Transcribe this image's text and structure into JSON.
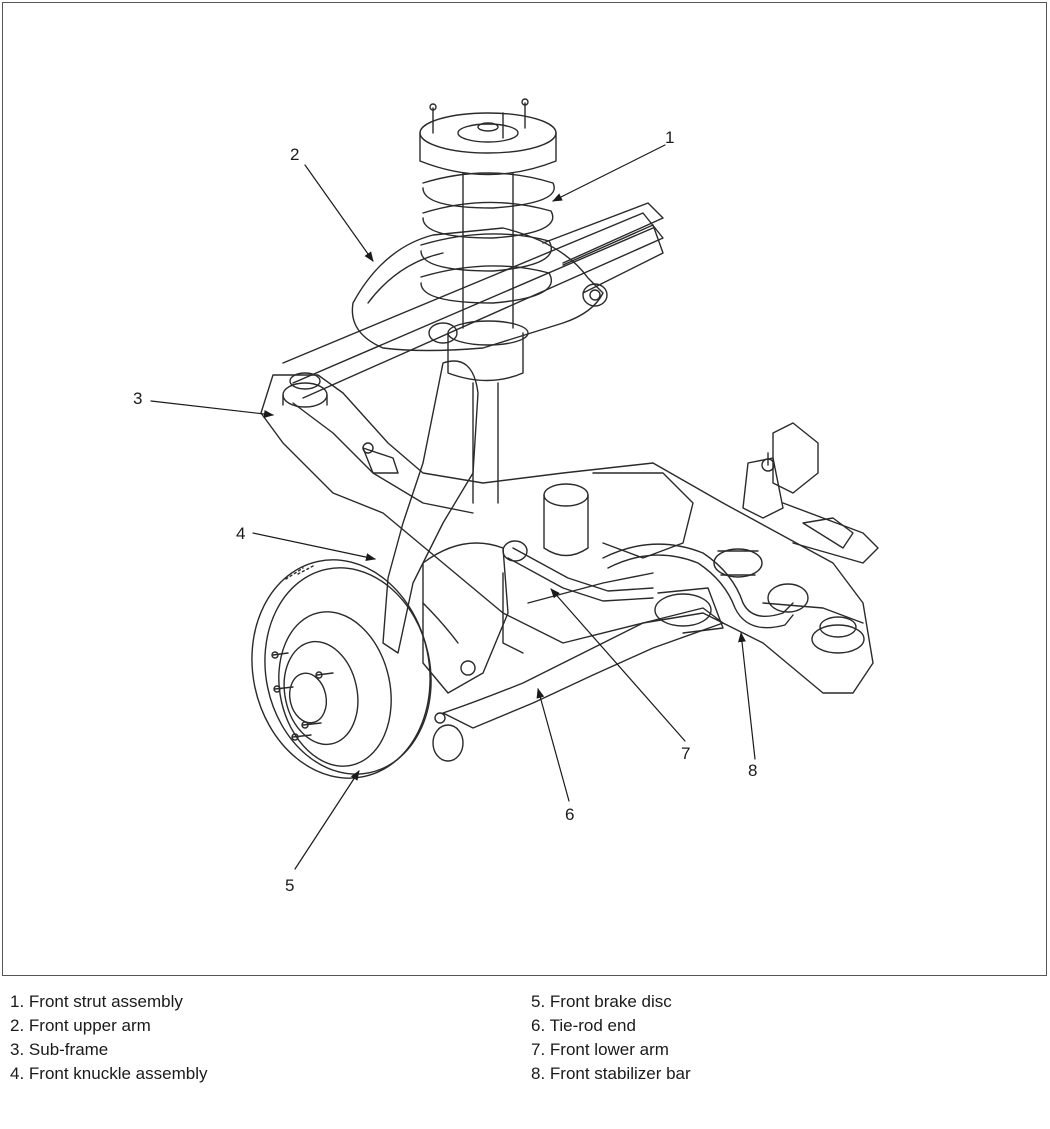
{
  "diagram": {
    "callouts": [
      "1",
      "2",
      "3",
      "4",
      "5",
      "6",
      "7",
      "8"
    ]
  },
  "legend": {
    "left": [
      "1. Front strut assembly",
      "2. Front upper arm",
      "3. Sub-frame",
      "4. Front knuckle assembly"
    ],
    "right": [
      "5. Front brake disc",
      "6. Tie-rod end",
      "7. Front lower arm",
      "8. Front stabilizer bar"
    ]
  },
  "colors": {
    "line": "#2a2a2a",
    "frame": "#555555"
  }
}
